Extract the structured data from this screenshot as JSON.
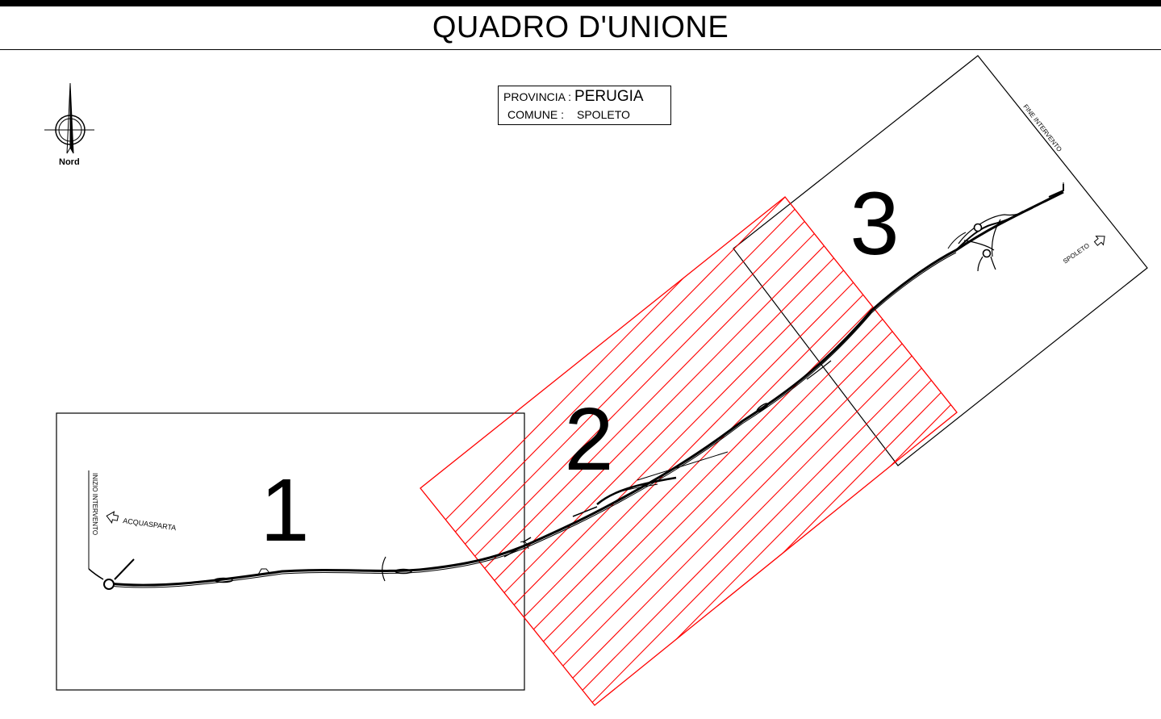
{
  "title": "QUADRO D'UNIONE",
  "info": {
    "provincia_label": "PROVINCIA :",
    "provincia_value": "PERUGIA",
    "comune_label": "COMUNE :",
    "comune_value": "SPOLETO"
  },
  "north": {
    "label": "Nord",
    "icon": "north-arrow-icon"
  },
  "sheets": [
    {
      "number": "1",
      "highlighted": false
    },
    {
      "number": "2",
      "highlighted": true
    },
    {
      "number": "3",
      "highlighted": false
    }
  ],
  "labels": {
    "start": "INIZIO INTERVENTO",
    "end": "FINE INTERVENTO",
    "west_direction": "ACQUASPARTA",
    "east_direction": "SPOLETO"
  },
  "colors": {
    "line": "#000000",
    "highlight": "#ff0000"
  }
}
